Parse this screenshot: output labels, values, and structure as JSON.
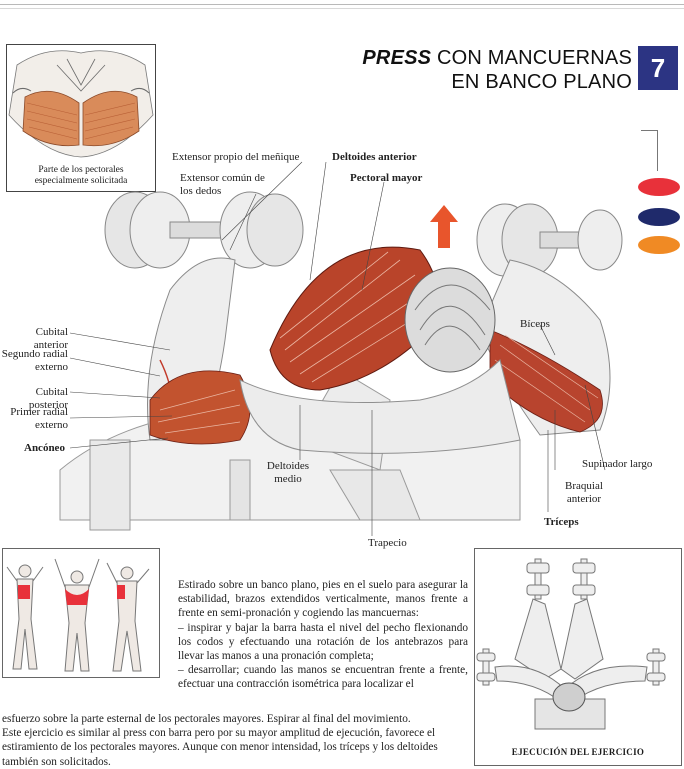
{
  "title": {
    "line1_italic": "PRESS",
    "line1_rest": " CON MANCUERNAS",
    "line2": "EN BANCO PLANO"
  },
  "chapter_number": "7",
  "inset_caption": "Parte de los pectorales especialmente solicitada",
  "legend_colors": [
    "#e8313a",
    "#1f2a6b",
    "#f08a24"
  ],
  "labels": {
    "extensor_menique": "Extensor propio del meñique",
    "deltoides_anterior": "Deltoides anterior",
    "extensor_comun": "Extensor común de los dedos",
    "pectoral_mayor": "Pectoral mayor",
    "cubital_anterior": "Cubital anterior",
    "segundo_radial": "Segundo radial externo",
    "cubital_posterior": "Cubital posterior",
    "primer_radial": "Primer radial externo",
    "anconeo": "Ancóneo",
    "biceps": "Bíceps",
    "deltoides_medio": "Deltoides medio",
    "supinador_largo": "Supinador largo",
    "braquial_anterior": "Braquial anterior",
    "triceps": "Tríceps",
    "trapecio": "Trapecio"
  },
  "exec_caption": "EJECUCIÓN DEL EJERCICIO",
  "text": {
    "intro": "Estirado sobre un banco plano, pies en el suelo para asegurar la estabilidad, brazos extendidos verticalmente, manos frente a frente en semi-pronación y cogiendo las mancuernas:",
    "step1": "– inspirar y bajar la barra hasta el nivel del pecho flexionando los codos y efectuando una rotación de los antebrazos para llevar las manos a una pronación completa;",
    "step2": "– desarrollar; cuando las manos se encuentran frente a frente, efectuar una contracción isométrica para localizar el",
    "tail1": "esfuerzo sobre la parte esternal de los pectorales mayores. Espirar al final del movimiento.",
    "tail2": "Este ejercicio es similar al press con barra pero por su mayor amplitud de ejecución, favorece el estiramiento de los pectorales mayores. Aunque con menor intensidad, los tríceps y los deltoides también son solicitados."
  }
}
